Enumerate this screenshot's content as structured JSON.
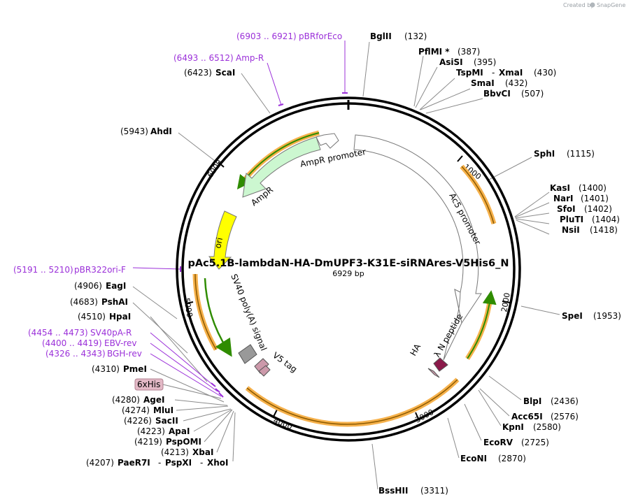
{
  "credit": {
    "text": "Created by",
    "brand": "SnapGene"
  },
  "plasmid": {
    "name": "pAc5.1B-lambdaN-HA-DmUPF3-K31E-siRNAres-V5His6_N",
    "size_label": "6929 bp"
  },
  "ring_ticks": [
    "1000",
    "2000",
    "3000",
    "4000",
    "5000",
    "6000"
  ],
  "features": {
    "ampr_promoter": "AmpR promoter",
    "ampr": "AmpR",
    "ori": "ori",
    "ac5_promoter": "Ac5 promoter",
    "sv40": "SV40 poly(A) signal",
    "v5": "V5 tag",
    "lambda_n": "λ N peptide",
    "ha": "HA",
    "his": "6xHis"
  },
  "right_sites": [
    {
      "name": "BglII",
      "pos": "(132)"
    },
    {
      "name": "PflMI *",
      "pos": "(387)"
    },
    {
      "name": "AsiSI",
      "pos": "(395)"
    },
    {
      "name": "TspMI",
      "sep": "-",
      "name2": "XmaI",
      "pos": "(430)"
    },
    {
      "name": "SmaI",
      "pos": "(432)"
    },
    {
      "name": "BbvCI",
      "pos": "(507)"
    },
    {
      "name": "SphI",
      "pos": "(1115)"
    },
    {
      "name": "KasI",
      "pos": "(1400)"
    },
    {
      "name": "NarI",
      "pos": "(1401)"
    },
    {
      "name": "SfoI",
      "pos": "(1402)"
    },
    {
      "name": "PluTI",
      "pos": "(1404)"
    },
    {
      "name": "NsiI",
      "pos": "(1418)"
    },
    {
      "name": "SpeI",
      "pos": "(1953)"
    },
    {
      "name": "BlpI",
      "pos": "(2436)"
    },
    {
      "name": "Acc65I",
      "pos": "(2576)"
    },
    {
      "name": "KpnI",
      "pos": "(2580)"
    },
    {
      "name": "EcoRV",
      "pos": "(2725)"
    },
    {
      "name": "EcoNI",
      "pos": "(2870)"
    },
    {
      "name": "BssHII",
      "pos": "(3311)"
    }
  ],
  "left_sites": [
    {
      "name": "ScaI",
      "pos": "(6423)"
    },
    {
      "name": "AhdI",
      "pos": "(5943)"
    },
    {
      "name": "EagI",
      "pos": "(4906)"
    },
    {
      "name": "PshAI",
      "pos": "(4683)"
    },
    {
      "name": "HpaI",
      "pos": "(4510)"
    },
    {
      "name": "PmeI",
      "pos": "(4310)"
    },
    {
      "name": "AgeI",
      "pos": "(4280)"
    },
    {
      "name": "MluI",
      "pos": "(4274)"
    },
    {
      "name": "SacII",
      "pos": "(4226)"
    },
    {
      "name": "ApaI",
      "pos": "(4223)"
    },
    {
      "name": "PspOMI",
      "pos": "(4219)"
    },
    {
      "name": "XbaI",
      "pos": "(4213)"
    },
    {
      "name": "PaeR7I",
      "sep": "-",
      "name2": "PspXI",
      "sep2": "-",
      "name3": "XhoI",
      "pos": "(4207)"
    }
  ],
  "primers": [
    {
      "name": "pBRforEco",
      "pos": "(6903 .. 6921)"
    },
    {
      "name": "Amp-R",
      "pos": "(6493 .. 6512)"
    },
    {
      "name": "pBR322ori-F",
      "pos": "(5191 .. 5210)"
    },
    {
      "name": "SV40pA-R",
      "pos": "(4454 .. 4473)"
    },
    {
      "name": "EBV-rev",
      "pos": "(4400 .. 4419)"
    },
    {
      "name": "BGH-rev",
      "pos": "(4326 .. 4343)"
    }
  ],
  "colors": {
    "ring": "#000000",
    "primer": "#9b30d9",
    "site_line": "#8a8a8a",
    "ampr_fill": "#ccf7d0",
    "ori_fill": "#ffff00",
    "orf": "#f6b14b",
    "orf_arrow": "#2f8c00",
    "sv40_fill": "#999999",
    "v5_fill": "#cc99aa",
    "lambda_fill": "#8b1a4a",
    "his_fill": "#e3b9c6"
  }
}
